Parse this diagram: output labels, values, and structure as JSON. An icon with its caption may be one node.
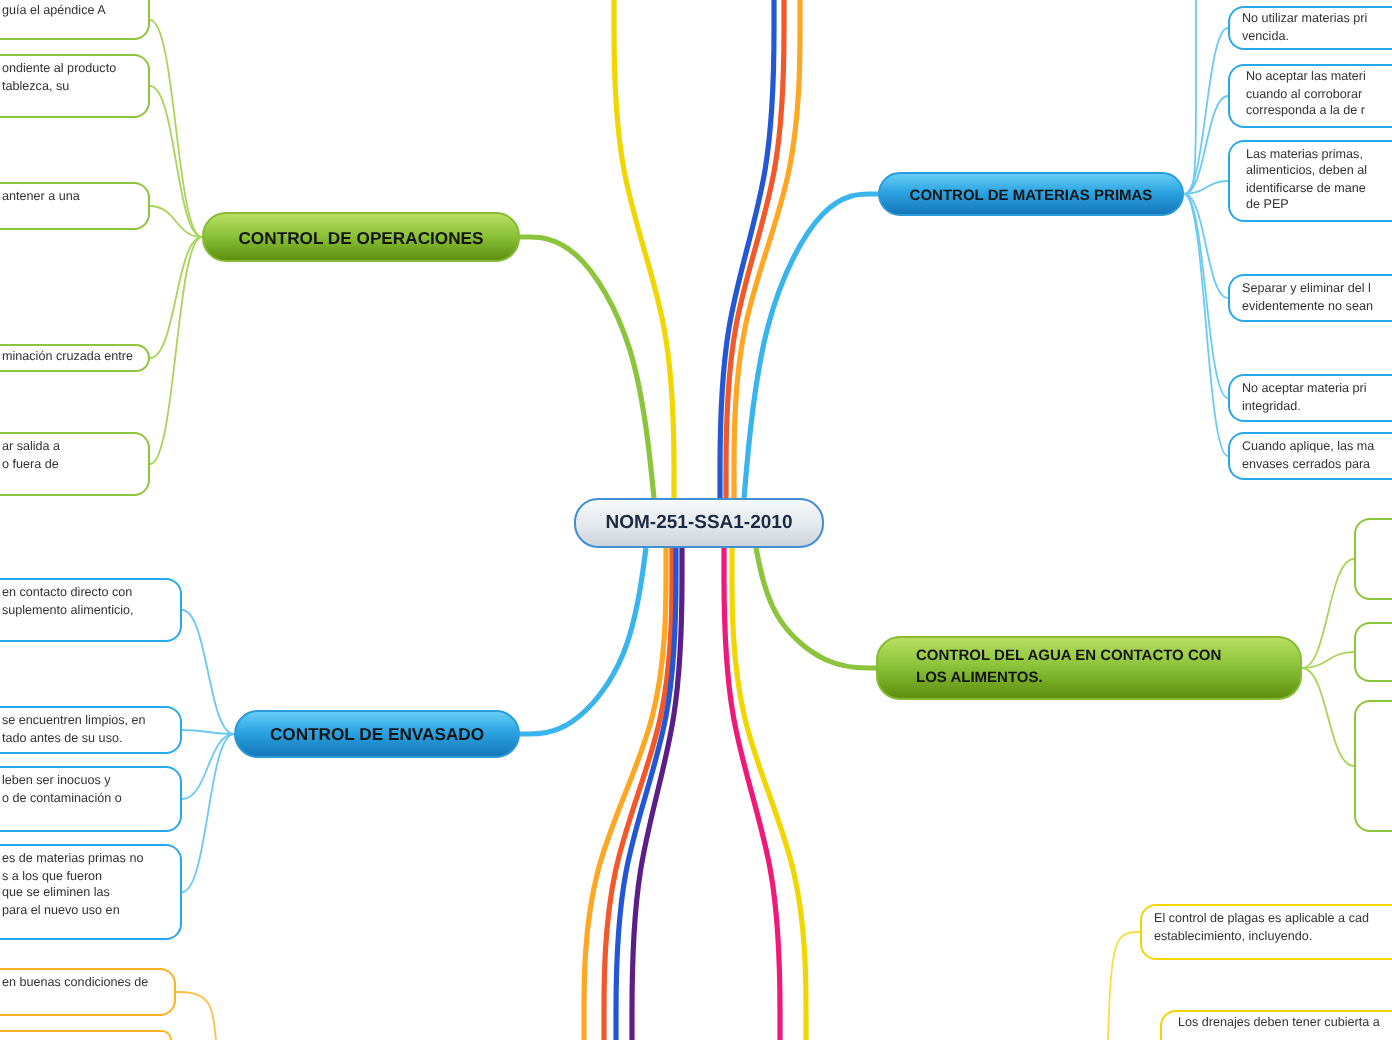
{
  "diagram": {
    "nodes": [
      {
        "text": [
          "NOM-251-SSA1-2010"
        ]
      },
      {
        "text": [
          "CONTROL DE OPERACIONES"
        ]
      },
      {
        "text": [
          "guía el apéndice A"
        ]
      },
      {
        "text": [
          "ondiente al producto tablezca, su"
        ]
      },
      {
        "text": [
          "antener a una"
        ]
      },
      {
        "text": [
          "minación cruzada entre"
        ]
      },
      {
        "text": [
          "ar salida a o fuera de"
        ]
      },
      {
        "text": [
          "CONTROL DE ENVASADO"
        ]
      },
      {
        "text": [
          "en contacto directo con suplemento alimenticio,"
        ]
      },
      {
        "text": [
          "se encuentren limpios, en tado antes de su uso."
        ]
      },
      {
        "text": [
          "leben ser inocuos y o de contaminación o"
        ]
      },
      {
        "text": [
          "es de materias primas no s a los que fueron que se eliminen las para el nuevo uso en"
        ]
      },
      {
        "text": [
          "CONTROL DE MATERIAS PRIMAS"
        ]
      },
      {
        "text": [
          "No utilizar materias pri vencida."
        ]
      },
      {
        "text": [
          "No aceptar las materi cuando al corroborar corresponda a la de r"
        ]
      },
      {
        "text": [
          "Las materias primas, alimenticios, deben al identificarse de mane de PEP"
        ]
      },
      {
        "text": [
          "Separar y eliminar del l evidentemente no sean"
        ]
      },
      {
        "text": [
          "No aceptar materia pri integridad."
        ]
      },
      {
        "text": [
          "Cuando aplique, las ma envases cerrados para"
        ]
      },
      {
        "text": [
          "CONTROL DEL AGUA EN CONTACTO CON LOS ALIMENTOS."
        ]
      },
      {
        "text": [],
        "shape": "box"
      },
      {
        "text": [],
        "shape": "box"
      },
      {
        "text": [],
        "shape": "box"
      },
      {
        "text": [
          "El control de plagas es aplicable a cad establecimiento, incluyendo."
        ]
      },
      {
        "text": [
          "Los drenajes deben tener cubierta a"
        ]
      },
      {
        "text": [
          "en buenas condiciones de"
        ]
      },
      {
        "text": [],
        "shape": "box"
      }
    ],
    "edges": [
      {
        "from": 0,
        "to": 1,
        "arrow": "none",
        "style": "thick",
        "color": "#8cc43c"
      },
      {
        "from": 0,
        "to": 7,
        "arrow": "none",
        "style": "thick",
        "color": "#3ab4ec"
      },
      {
        "from": 0,
        "to": 12,
        "arrow": "none",
        "style": "thick",
        "color": "#3ab4ec"
      },
      {
        "from": 0,
        "to": 19,
        "arrow": "none",
        "style": "thick",
        "color": "#8cc43c"
      },
      {
        "from": 0,
        "to": null,
        "arrow": "none",
        "style": "thick",
        "color": "#f2d600"
      },
      {
        "from": 0,
        "to": null,
        "arrow": "none",
        "style": "thick",
        "color": "#2457d6"
      },
      {
        "from": 0,
        "to": null,
        "arrow": "none",
        "style": "thick",
        "color": "#f2582a"
      },
      {
        "from": 0,
        "to": null,
        "arrow": "none",
        "style": "thick",
        "color": "#ffa722"
      },
      {
        "from": 0,
        "to": null,
        "arrow": "none",
        "style": "thick",
        "color": "#ffa722"
      },
      {
        "from": 0,
        "to": null,
        "arrow": "none",
        "style": "thick",
        "color": "#f2582a"
      },
      {
        "from": 0,
        "to": null,
        "arrow": "none",
        "style": "thick",
        "color": "#2457d6"
      },
      {
        "from": 0,
        "to": null,
        "arrow": "none",
        "style": "thick",
        "color": "#5b1f87"
      },
      {
        "from": 0,
        "to": null,
        "arrow": "none",
        "style": "thick",
        "color": "#f0187a"
      },
      {
        "from": 0,
        "to": null,
        "arrow": "none",
        "style": "thick",
        "color": "#f2d600"
      },
      {
        "from": 1,
        "to": 2,
        "arrow": "none",
        "color": "#a8d45a"
      },
      {
        "from": 1,
        "to": 3,
        "arrow": "none",
        "color": "#a8d45a"
      },
      {
        "from": 1,
        "to": 4,
        "arrow": "none",
        "color": "#a8d45a"
      },
      {
        "from": 1,
        "to": 5,
        "arrow": "none",
        "color": "#a8d45a"
      },
      {
        "from": 1,
        "to": 6,
        "arrow": "none",
        "color": "#a8d45a"
      },
      {
        "from": 7,
        "to": 8,
        "arrow": "none",
        "color": "#6ccaf2"
      },
      {
        "from": 7,
        "to": 9,
        "arrow": "none",
        "color": "#6ccaf2"
      },
      {
        "from": 7,
        "to": 10,
        "arrow": "none",
        "color": "#6ccaf2"
      },
      {
        "from": 7,
        "to": 11,
        "arrow": "none",
        "color": "#6ccaf2"
      },
      {
        "from": 12,
        "to": null,
        "arrow": "none",
        "color": "#6ccaf2"
      },
      {
        "from": 12,
        "to": 13,
        "arrow": "none",
        "color": "#6ccaf2"
      },
      {
        "from": 12,
        "to": 14,
        "arrow": "none",
        "color": "#6ccaf2"
      },
      {
        "from": 12,
        "to": 15,
        "arrow": "none",
        "color": "#6ccaf2"
      },
      {
        "from": 12,
        "to": 16,
        "arrow": "none",
        "color": "#6ccaf2"
      },
      {
        "from": 12,
        "to": 17,
        "arrow": "none",
        "color": "#6ccaf2"
      },
      {
        "from": 12,
        "to": 18,
        "arrow": "none",
        "color": "#6ccaf2"
      },
      {
        "from": 19,
        "to": 20,
        "arrow": "none",
        "color": "#a8d45a"
      },
      {
        "from": 19,
        "to": 21,
        "arrow": "none",
        "color": "#a8d45a"
      },
      {
        "from": 19,
        "to": 22,
        "arrow": "none",
        "color": "#a8d45a"
      },
      {
        "from": null,
        "to": 23,
        "arrow": "none",
        "color": "#f5e04a"
      },
      {
        "from": null,
        "to": 25,
        "arrow": "none",
        "color": "#ffc04a"
      }
    ]
  }
}
